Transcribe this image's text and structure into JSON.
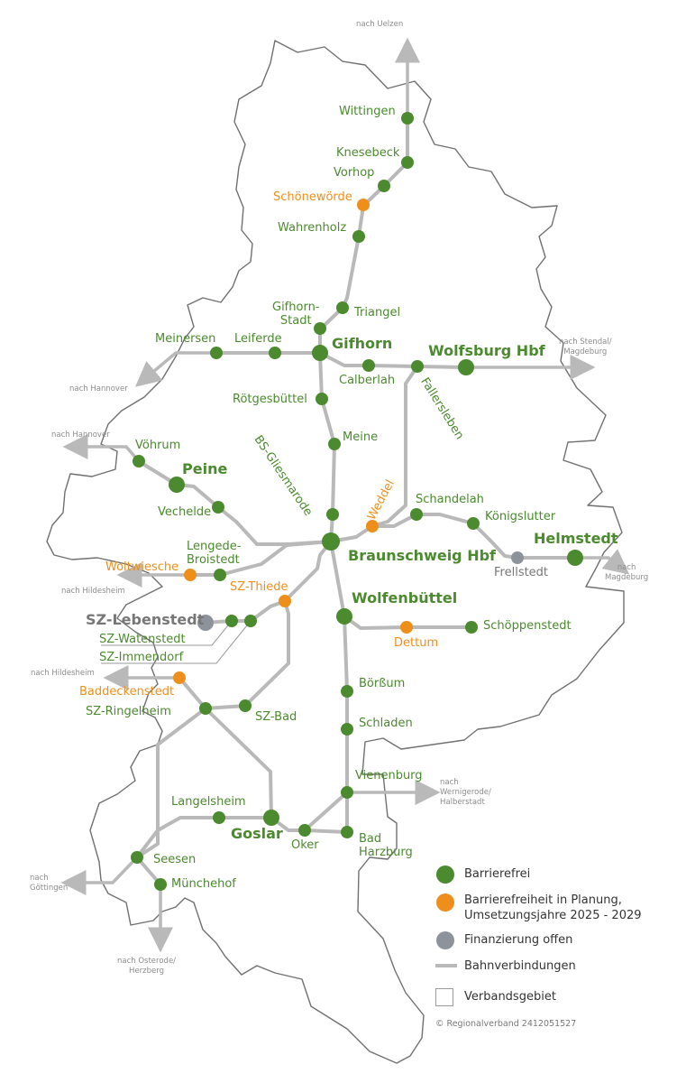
{
  "colors": {
    "green": "#4b8a2e",
    "orange": "#ee8f1c",
    "grey": "#8e939b",
    "track": "#b9b9b9",
    "border": "#707070"
  },
  "stations": {
    "wittingen": "Wittingen",
    "knesebeck": "Knesebeck",
    "vorhop": "Vorhop",
    "schoenewoerde": "Schönewörde",
    "wahrenholz": "Wahrenholz",
    "gifhorn_stadt": "Gifhorn-\nStadt",
    "triangel": "Triangel",
    "meinersen": "Meinersen",
    "leiferde": "Leiferde",
    "gifhorn": "Gifhorn",
    "calberlah": "Calberlah",
    "wolfsburg": "Wolfsburg Hbf",
    "fallersleben": "Fallersleben",
    "roetgesbuettel": "Rötgesbüttel",
    "meine": "Meine",
    "bs_gliesmarode": "BS-Gliesmarode",
    "weddel": "Weddel",
    "schandelah": "Schandelah",
    "koenigslutter": "Königslutter",
    "helmstedt": "Helmstedt",
    "frellstedt": "Frellstedt",
    "voehrum": "Vöhrum",
    "peine": "Peine",
    "vechelde": "Vechelde",
    "lengede": "Lengede-\nBroistedt",
    "woltwiesche": "Woltwiesche",
    "braunschweig": "Braunschweig Hbf",
    "sz_thiede": "SZ-Thiede",
    "wolfenbuettel": "Wolfenbüttel",
    "sz_lebenstedt": "SZ-Lebenstedt",
    "sz_watenstedt": "SZ-Watenstedt",
    "sz_immendorf": "SZ-Immendorf",
    "dettum": "Dettum",
    "schoeppenstedt": "Schöppenstedt",
    "baddeckenstedt": "Baddeckenstedt",
    "sz_ringelheim": "SZ-Ringelheim",
    "sz_bad": "SZ-Bad",
    "boerssum": "Börßum",
    "schladen": "Schladen",
    "vienenburg": "Vienenburg",
    "langelsheim": "Langelsheim",
    "goslar": "Goslar",
    "oker": "Oker",
    "bad_harzburg": "Bad\nHarzburg",
    "seesen": "Seesen",
    "muenchehof": "Münchehof"
  },
  "directions": {
    "uelzen": "nach Uelzen",
    "stendal": "nach Stendal/\nMagdeburg",
    "hannover_1": "nach Hannover",
    "hannover_2": "nach Hannover",
    "hildesheim_1": "nach Hildesheim",
    "hildesheim_2": "nach Hildesheim",
    "magdeburg": "nach\nMagdeburg",
    "wernigerode": "nach\nWernigerode/\nHalberstadt",
    "goettingen": "nach\nGöttingen",
    "osterode": "nach Osterode/\nHerzberg"
  },
  "legend": {
    "barrierefrei": "Barrierefrei",
    "planung": "Barrierefreiheit in Planung,\nUmsetzungsjahre 2025 - 2029",
    "finanzierung": "Finanzierung offen",
    "bahn": "Bahnverbindungen",
    "verband": "Verbandsgebiet"
  },
  "copyright": "© Regionalverband 2412051527"
}
